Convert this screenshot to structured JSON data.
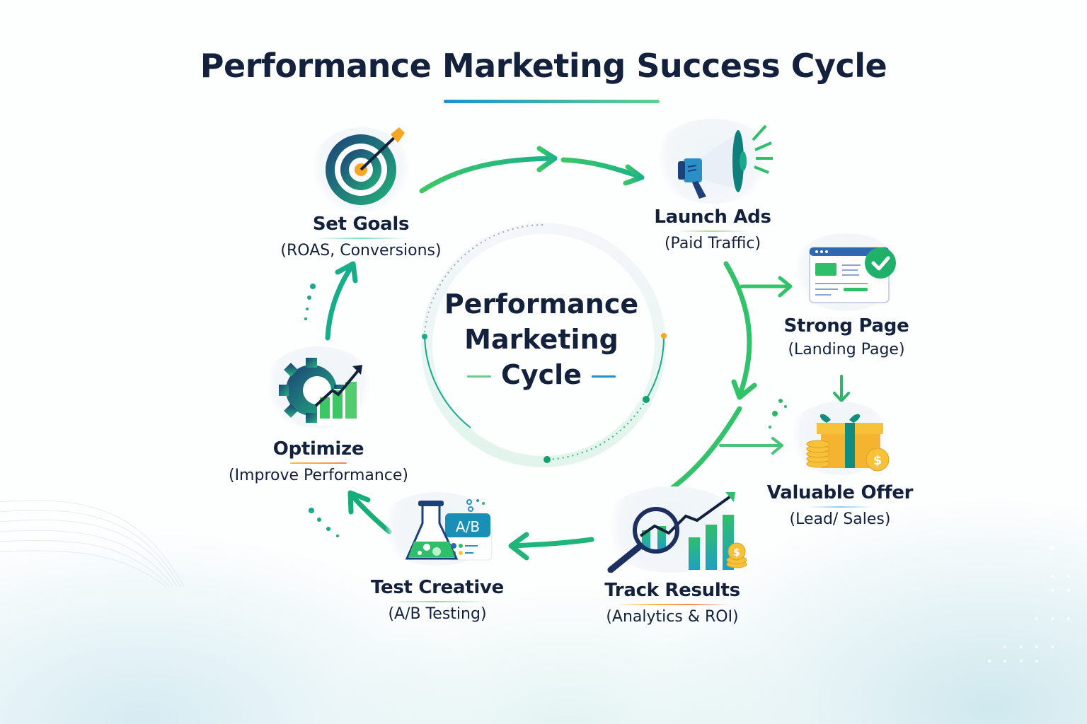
{
  "header": {
    "title": "Performance Marketing Success Cycle"
  },
  "center": {
    "line1": "Performance",
    "line2": "Marketing",
    "line3": "Cycle"
  },
  "nodes": [
    {
      "id": "set-goals",
      "label": "Set Goals",
      "sub": "(ROAS, Conversions)",
      "icon": "target-arrow-icon"
    },
    {
      "id": "launch-ads",
      "label": "Launch Ads",
      "sub": "(Paid Traffic)",
      "icon": "megaphone-icon"
    },
    {
      "id": "strong-page",
      "label": "Strong Page",
      "sub": "(Landing Page)",
      "icon": "landing-page-check-icon"
    },
    {
      "id": "valuable-offer",
      "label": "Valuable Offer",
      "sub": "(Lead/ Sales)",
      "icon": "gift-coins-icon"
    },
    {
      "id": "track-results",
      "label": "Track Results",
      "sub": "(Analytics & ROI)",
      "icon": "magnifier-chart-icon"
    },
    {
      "id": "test-creative",
      "label": "Test Creative",
      "sub": "(A/B Testing)",
      "icon": "flask-ab-icon"
    },
    {
      "id": "optimize",
      "label": "Optimize",
      "sub": "(Improve Performance)",
      "icon": "gear-growth-icon"
    }
  ],
  "icons": {
    "ab_badge": "A/B",
    "dollar": "$"
  },
  "colors": {
    "navy": "#14213d",
    "green": "#2fbf6a",
    "teal": "#1aa98a",
    "blue": "#1f8fd0",
    "orange": "#f5a623",
    "gold": "#f7c13a"
  },
  "flow": [
    "Set Goals",
    "Launch Ads",
    "Strong Page",
    "Valuable Offer",
    "Track Results",
    "Test Creative",
    "Optimize",
    "Set Goals"
  ]
}
